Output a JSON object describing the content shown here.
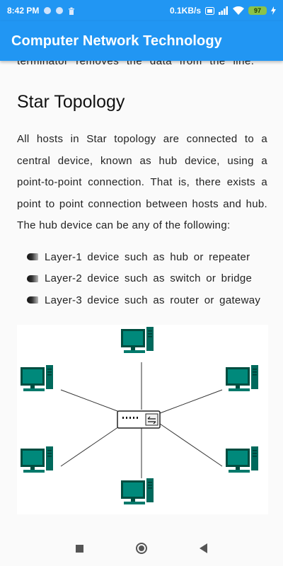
{
  "status_bar": {
    "time": "8:42 PM",
    "network_speed": "0.1KB/s",
    "battery_level": "97",
    "icons": [
      "circle-notification-icon",
      "circle-notification-icon",
      "trash-icon",
      "volte-icon",
      "signal-icon",
      "wifi-icon",
      "battery-icon",
      "charging-icon"
    ]
  },
  "app_bar": {
    "title": "Computer Network Technology"
  },
  "content": {
    "clipped_text": "terminator removes the data from the line.",
    "heading": "Star Topology",
    "paragraph": "All hosts in Star topology are connected to a central device, known as hub device, using a point-to-point connection. That is, there exists a point to point connection between hosts and hub. The hub device can be any of the following:",
    "bullets": [
      "Layer-1 device such as hub or repeater",
      "Layer-2 device such as switch or bridge",
      "Layer-3 device such as router or gateway"
    ],
    "diagram": {
      "central_device": "hub-switch-icon",
      "host_icon": "desktop-computer-icon",
      "host_count": 6,
      "colors": {
        "monitor": "#00897b",
        "monitor_dark": "#004d40",
        "line": "#333333",
        "hub": "#ffffff"
      }
    }
  },
  "nav_bar": {
    "buttons": [
      "recents-button",
      "home-button",
      "back-button"
    ]
  },
  "colors": {
    "primary": "#2196f3",
    "background": "#fafafa",
    "text": "#222222"
  }
}
